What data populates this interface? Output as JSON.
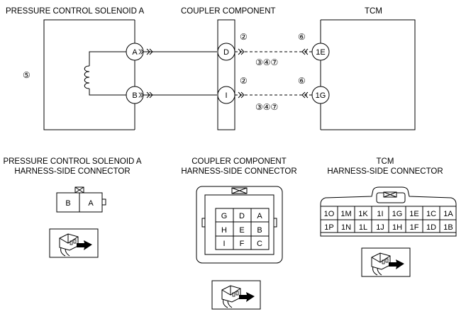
{
  "titles": {
    "solenoid": "PRESSURE CONTROL SOLENOID A",
    "coupler": "COUPLER COMPONENT",
    "tcm": "TCM"
  },
  "circuit": {
    "solenoid_pins": [
      "A",
      "B"
    ],
    "coupler_pins": [
      "D",
      "I"
    ],
    "tcm_pins": [
      "1E",
      "1G"
    ],
    "marker_5": "⑤",
    "marker_2": "②",
    "marker_6": "⑥",
    "marker_347": "③④⑦"
  },
  "connectors": {
    "solenoid": {
      "title_line1": "PRESSURE CONTROL SOLENOID A",
      "title_line2": "HARNESS-SIDE CONNECTOR",
      "pins": [
        "B",
        "A"
      ]
    },
    "coupler": {
      "title_line1": "COUPLER COMPONENT",
      "title_line2": "HARNESS-SIDE CONNECTOR",
      "grid": [
        [
          "G",
          "D",
          "A"
        ],
        [
          "H",
          "E",
          "B"
        ],
        [
          "I",
          "F",
          "C"
        ]
      ]
    },
    "tcm": {
      "title_line1": "TCM",
      "title_line2": "HARNESS-SIDE CONNECTOR",
      "row1": [
        "1O",
        "1M",
        "1K",
        "1I",
        "1G",
        "1E",
        "1C",
        "1A"
      ],
      "row2": [
        "1P",
        "1N",
        "1L",
        "1J",
        "1H",
        "1F",
        "1D",
        "1B"
      ]
    }
  },
  "icons": [
    "harness-probe-icon",
    "harness-probe-icon",
    "harness-probe-icon"
  ]
}
